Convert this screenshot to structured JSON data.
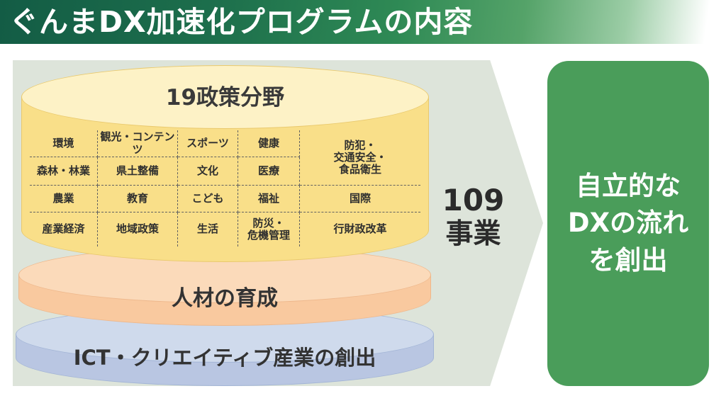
{
  "header": {
    "title": "ぐんまDX加速化プログラムの内容"
  },
  "diagram": {
    "top_disc": {
      "title": "19政策分野",
      "fields": [
        "環境",
        "観光・コンテンツ",
        "スポーツ",
        "健康",
        "防犯・\n交通安全・\n食品衛生",
        "森林・林業",
        "県土整備",
        "文化",
        "医療",
        "農業",
        "教育",
        "こども",
        "福祉",
        "国際",
        "産業経済",
        "地域政策",
        "生活",
        "防災・\n危機管理",
        "行財政改革"
      ]
    },
    "middle_disc": {
      "label": "人材の育成"
    },
    "bottom_disc": {
      "label": "ICT・クリエイティブ産業の創出"
    },
    "projects": {
      "number": "109",
      "unit": "事業"
    },
    "outcome": {
      "text": "自立的な\nDXの流れ\nを創出"
    }
  },
  "colors": {
    "header_green_dark": "#135c45",
    "header_green_mid": "#2f8a55",
    "arrow_bg": "#dde4da",
    "disc_yellow_body": "#f9df89",
    "disc_yellow_top": "#fdf2c6",
    "disc_orange_body": "#f9c99f",
    "disc_orange_top": "#fbdaba",
    "disc_blue_body": "#b9c6e2",
    "disc_blue_top": "#cfdaec",
    "outcome_green": "#4a9d5a",
    "text_dark": "#2f2f2f",
    "text_white": "#ffffff"
  }
}
